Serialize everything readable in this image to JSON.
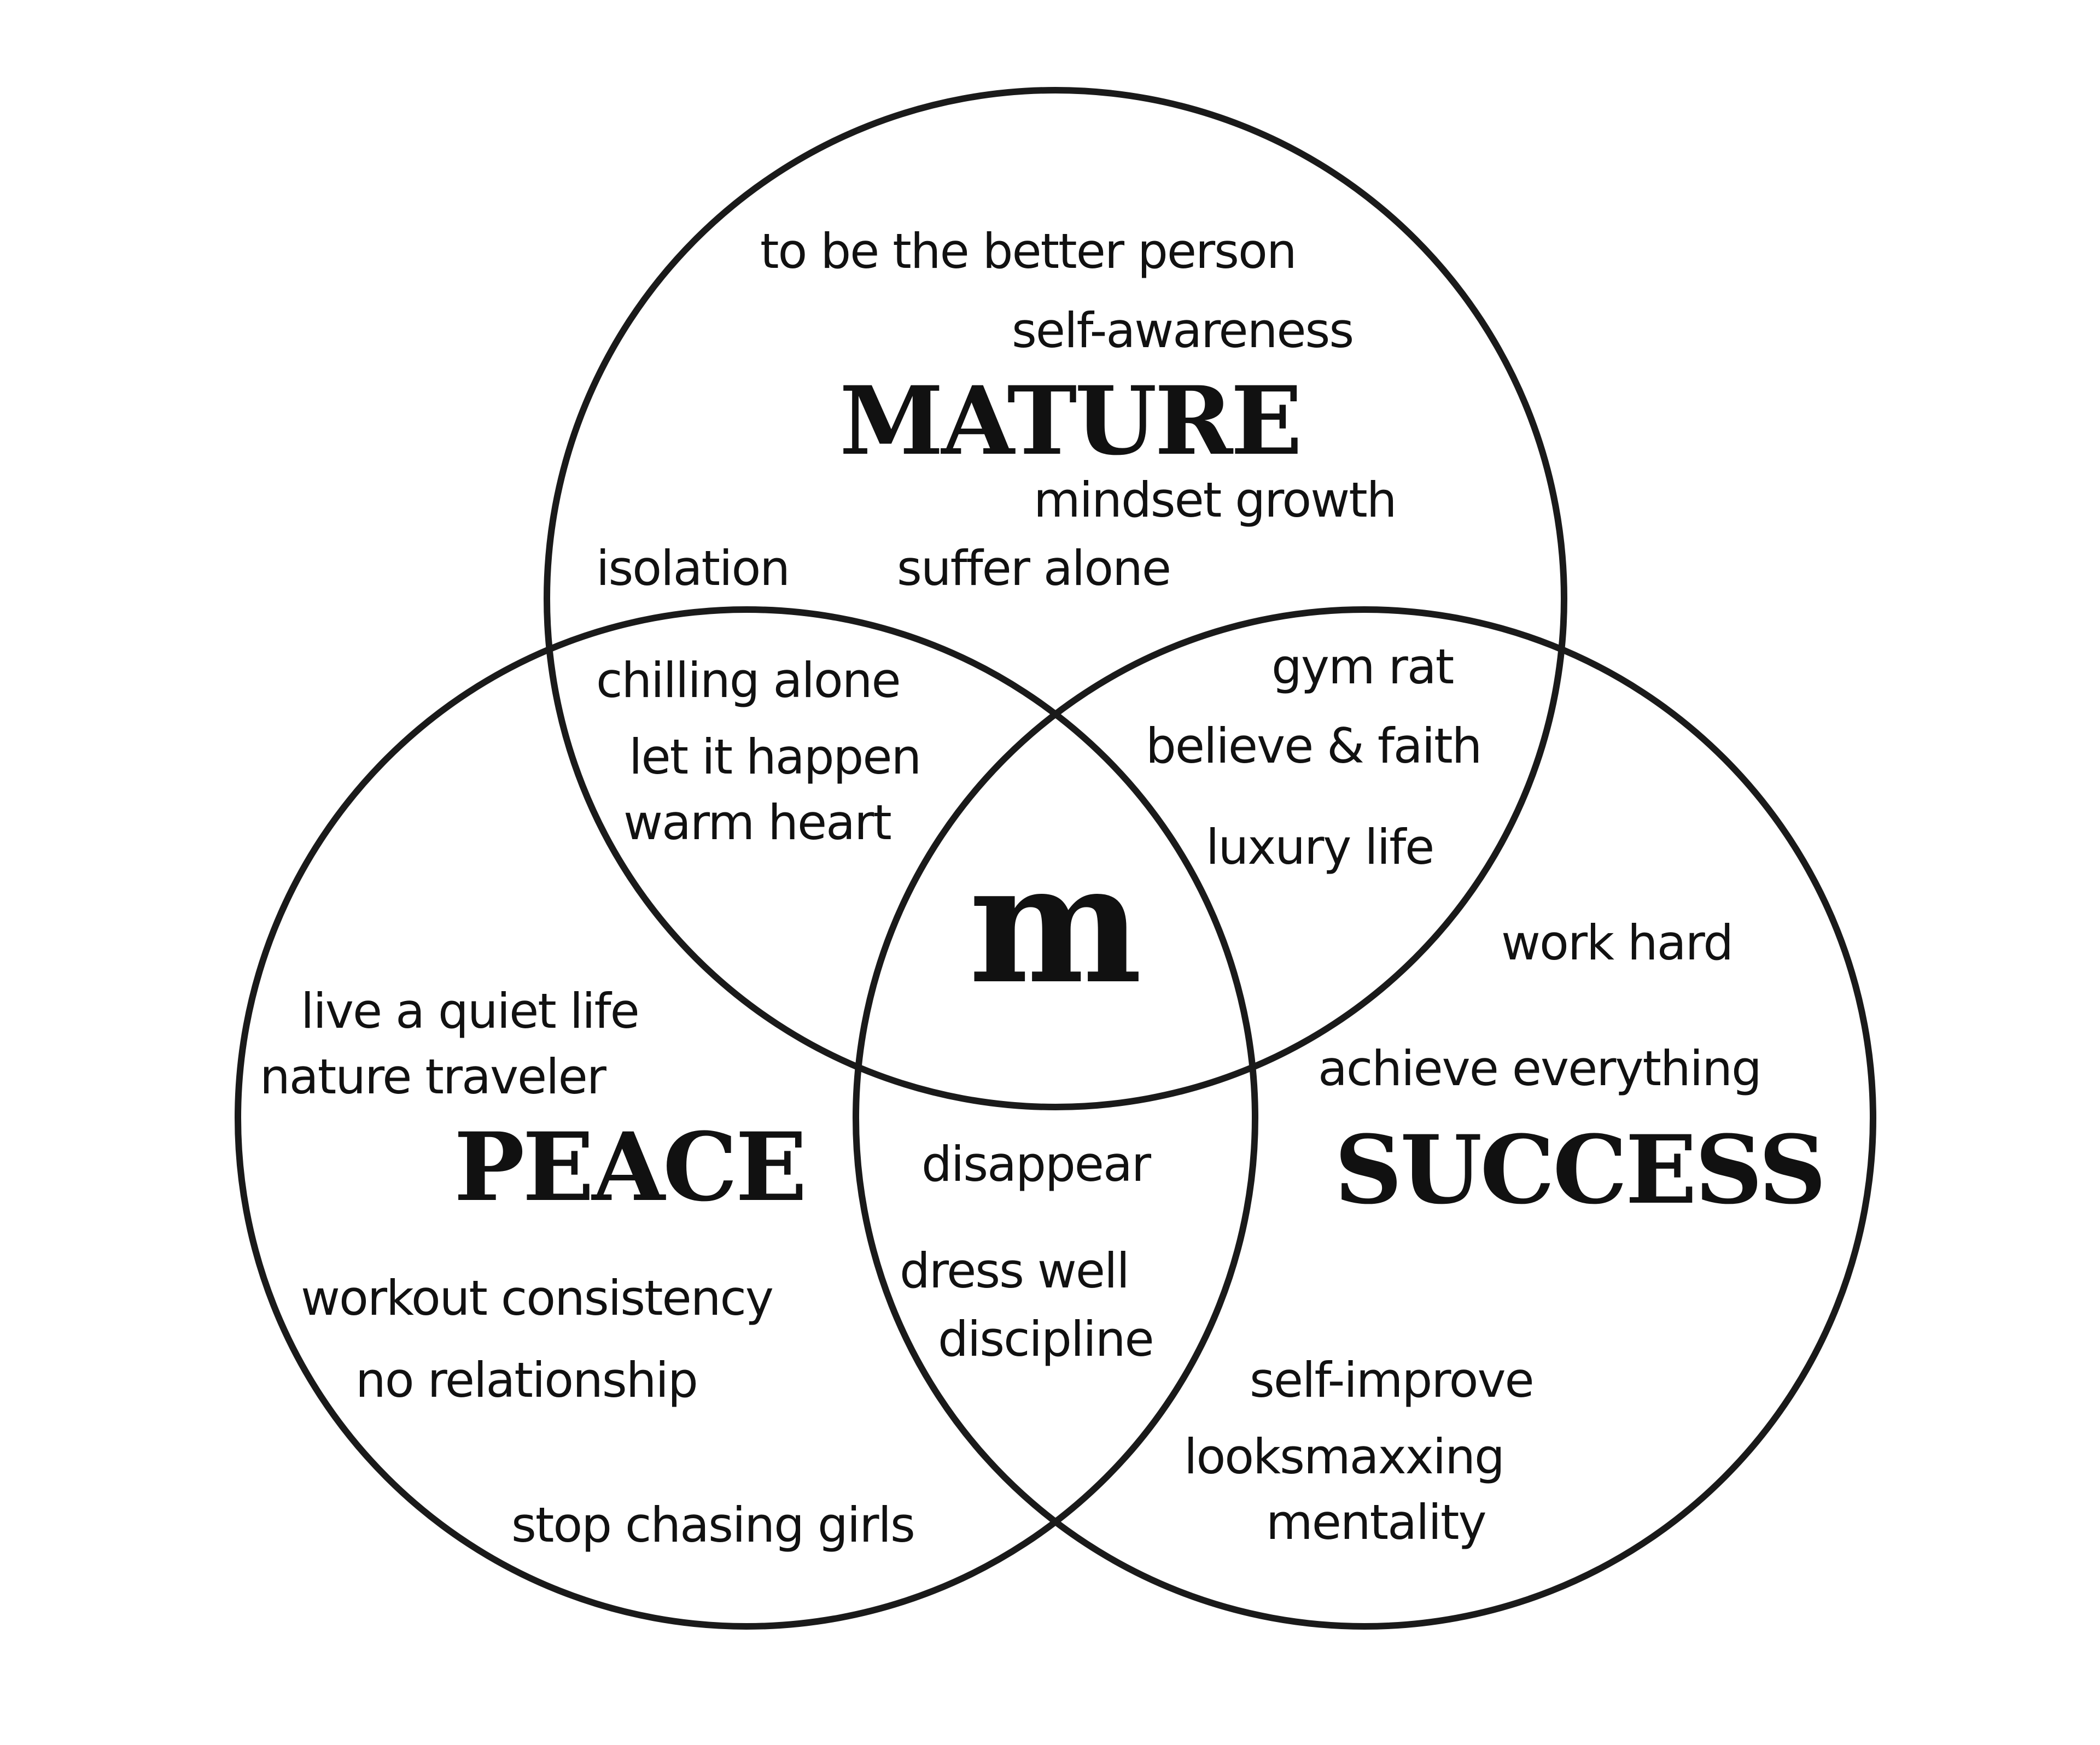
{
  "sets": [
    {
      "id": "mature",
      "label": "MATURE",
      "items": [
        "to be the better person",
        "self-awareness",
        "mindset growth",
        "isolation",
        "suffer alone"
      ]
    },
    {
      "id": "peace",
      "label": "PEACE",
      "items": [
        "live a quiet life",
        "nature traveler",
        "workout consistency",
        "no relationship",
        "stop chasing girls"
      ]
    },
    {
      "id": "success",
      "label": "SUCCESS",
      "items": [
        "work hard",
        "achieve everything",
        "self-improve",
        "looksmaxxing",
        "mentality"
      ]
    }
  ],
  "overlaps": {
    "mature_peace": [
      "chilling alone",
      "let it happen",
      "warm heart"
    ],
    "mature_success": [
      "gym rat",
      "believe & faith",
      "luxury life"
    ],
    "peace_success": [
      "disappear",
      "dress well",
      "discipline"
    ]
  },
  "center": {
    "mark": "m"
  },
  "colors": {
    "ink": "#111111",
    "background": "#ffffff"
  }
}
